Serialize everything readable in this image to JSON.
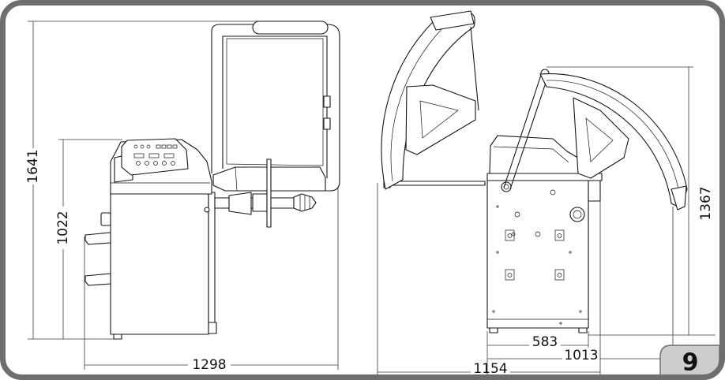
{
  "page_number": "9",
  "left_view": {
    "dim_height_total": "1641",
    "dim_height_panel": "1022",
    "dim_width": "1298"
  },
  "right_view": {
    "dim_height_hood": "1367",
    "dim_depth_body": "583",
    "dim_depth_base": "1013",
    "dim_depth_total": "1154"
  },
  "colors": {
    "frame": "#6e6e6e",
    "tab": "#cdcdcd",
    "line": "#151515"
  }
}
